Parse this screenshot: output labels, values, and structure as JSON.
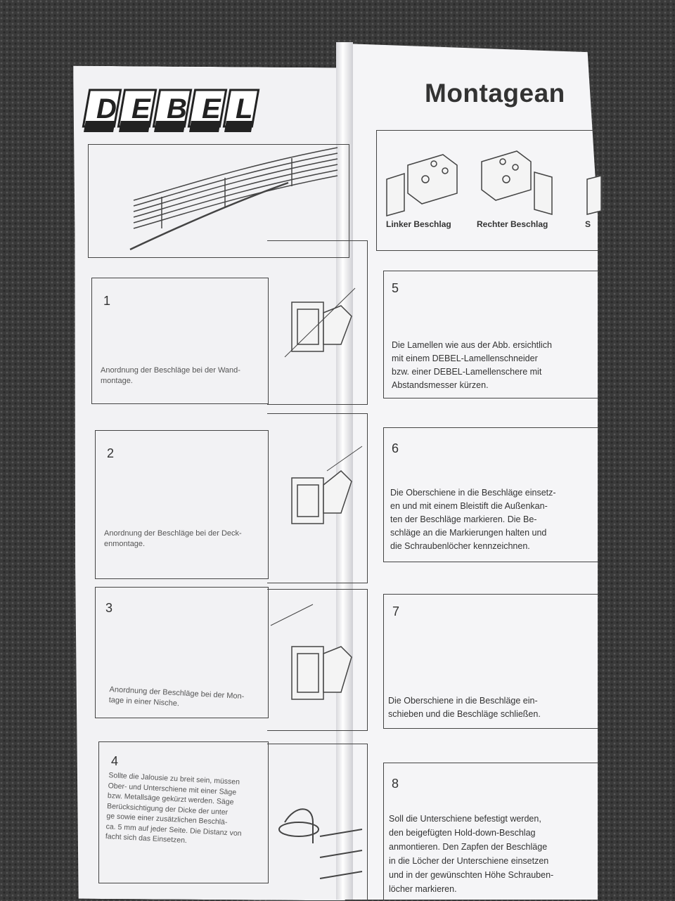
{
  "header": {
    "logo_text": "DEBEL",
    "title": "Montagean"
  },
  "top_right": {
    "left_bracket": "Linker Beschlag",
    "right_bracket": "Rechter Beschlag",
    "third_fragment": "S"
  },
  "steps_left": [
    {
      "number": "1",
      "lines": [
        "Anordnung der Beschläge bei der Wand-",
        "montage."
      ]
    },
    {
      "number": "2",
      "lines": [
        "Anordnung der Beschläge bei der Deck-",
        "enmontage."
      ]
    },
    {
      "number": "3",
      "lines": [
        "Anordnung der Beschläge bei der Mon-",
        "tage in einer Nische."
      ]
    },
    {
      "number": "4",
      "lines": [
        "Sollte die Jalousie zu breit sein, müssen",
        "Ober- und Unterschiene mit einer Säge",
        "bzw. Metallsäge gekürzt werden. Säge",
        "Berücksichtigung der Dicke der unter",
        "ge sowie einer zusätzlichen Beschlä-",
        "ca. 5 mm auf jeder Seite. Die Distanz von",
        "facht sich das Einsetzen."
      ]
    }
  ],
  "steps_right": [
    {
      "number": "5",
      "lines": [
        "Die Lamellen wie aus der Abb. ersichtlich",
        "mit einem DEBEL-Lamellenschneider",
        "bzw. einer DEBEL-Lamellenschere mit",
        "Abstandsmesser kürzen."
      ]
    },
    {
      "number": "6",
      "lines": [
        "Die Oberschiene in die Beschläge einsetz-",
        "en und mit einem Bleistift die Außenkan-",
        "ten der Beschläge markieren. Die Be-",
        "schläge an die Markierungen halten und",
        "die Schraubenlöcher kennzeichnen."
      ]
    },
    {
      "number": "7",
      "lines": [
        "Die Oberschiene in die Beschläge ein-",
        "schieben und die Beschläge schließen."
      ]
    },
    {
      "number": "8",
      "lines": [
        "Soll die Unterschiene befestigt werden,",
        "den beigefügten Hold-down-Beschlag",
        "anmontieren. Den Zapfen der Beschläge",
        "in die Löcher der Unterschiene einsetzen",
        "und in der gewünschten Höhe Schrauben-",
        "löcher markieren."
      ]
    }
  ]
}
